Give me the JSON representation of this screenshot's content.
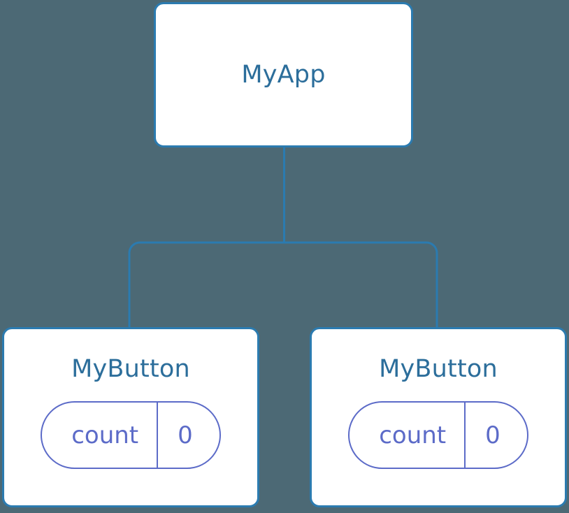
{
  "diagram": {
    "type": "component-tree",
    "background_color": "#4c6975",
    "edge_color": "#2b7bb0",
    "node_border_color": "#2b7bb0",
    "node_fill_color": "#ffffff",
    "node_title_color": "#2c6e9b",
    "state_accent_color": "#5c6bc8",
    "root": {
      "title": "MyApp"
    },
    "children": [
      {
        "title": "MyButton",
        "state": {
          "key": "count",
          "value": "0"
        }
      },
      {
        "title": "MyButton",
        "state": {
          "key": "count",
          "value": "0"
        }
      }
    ]
  }
}
